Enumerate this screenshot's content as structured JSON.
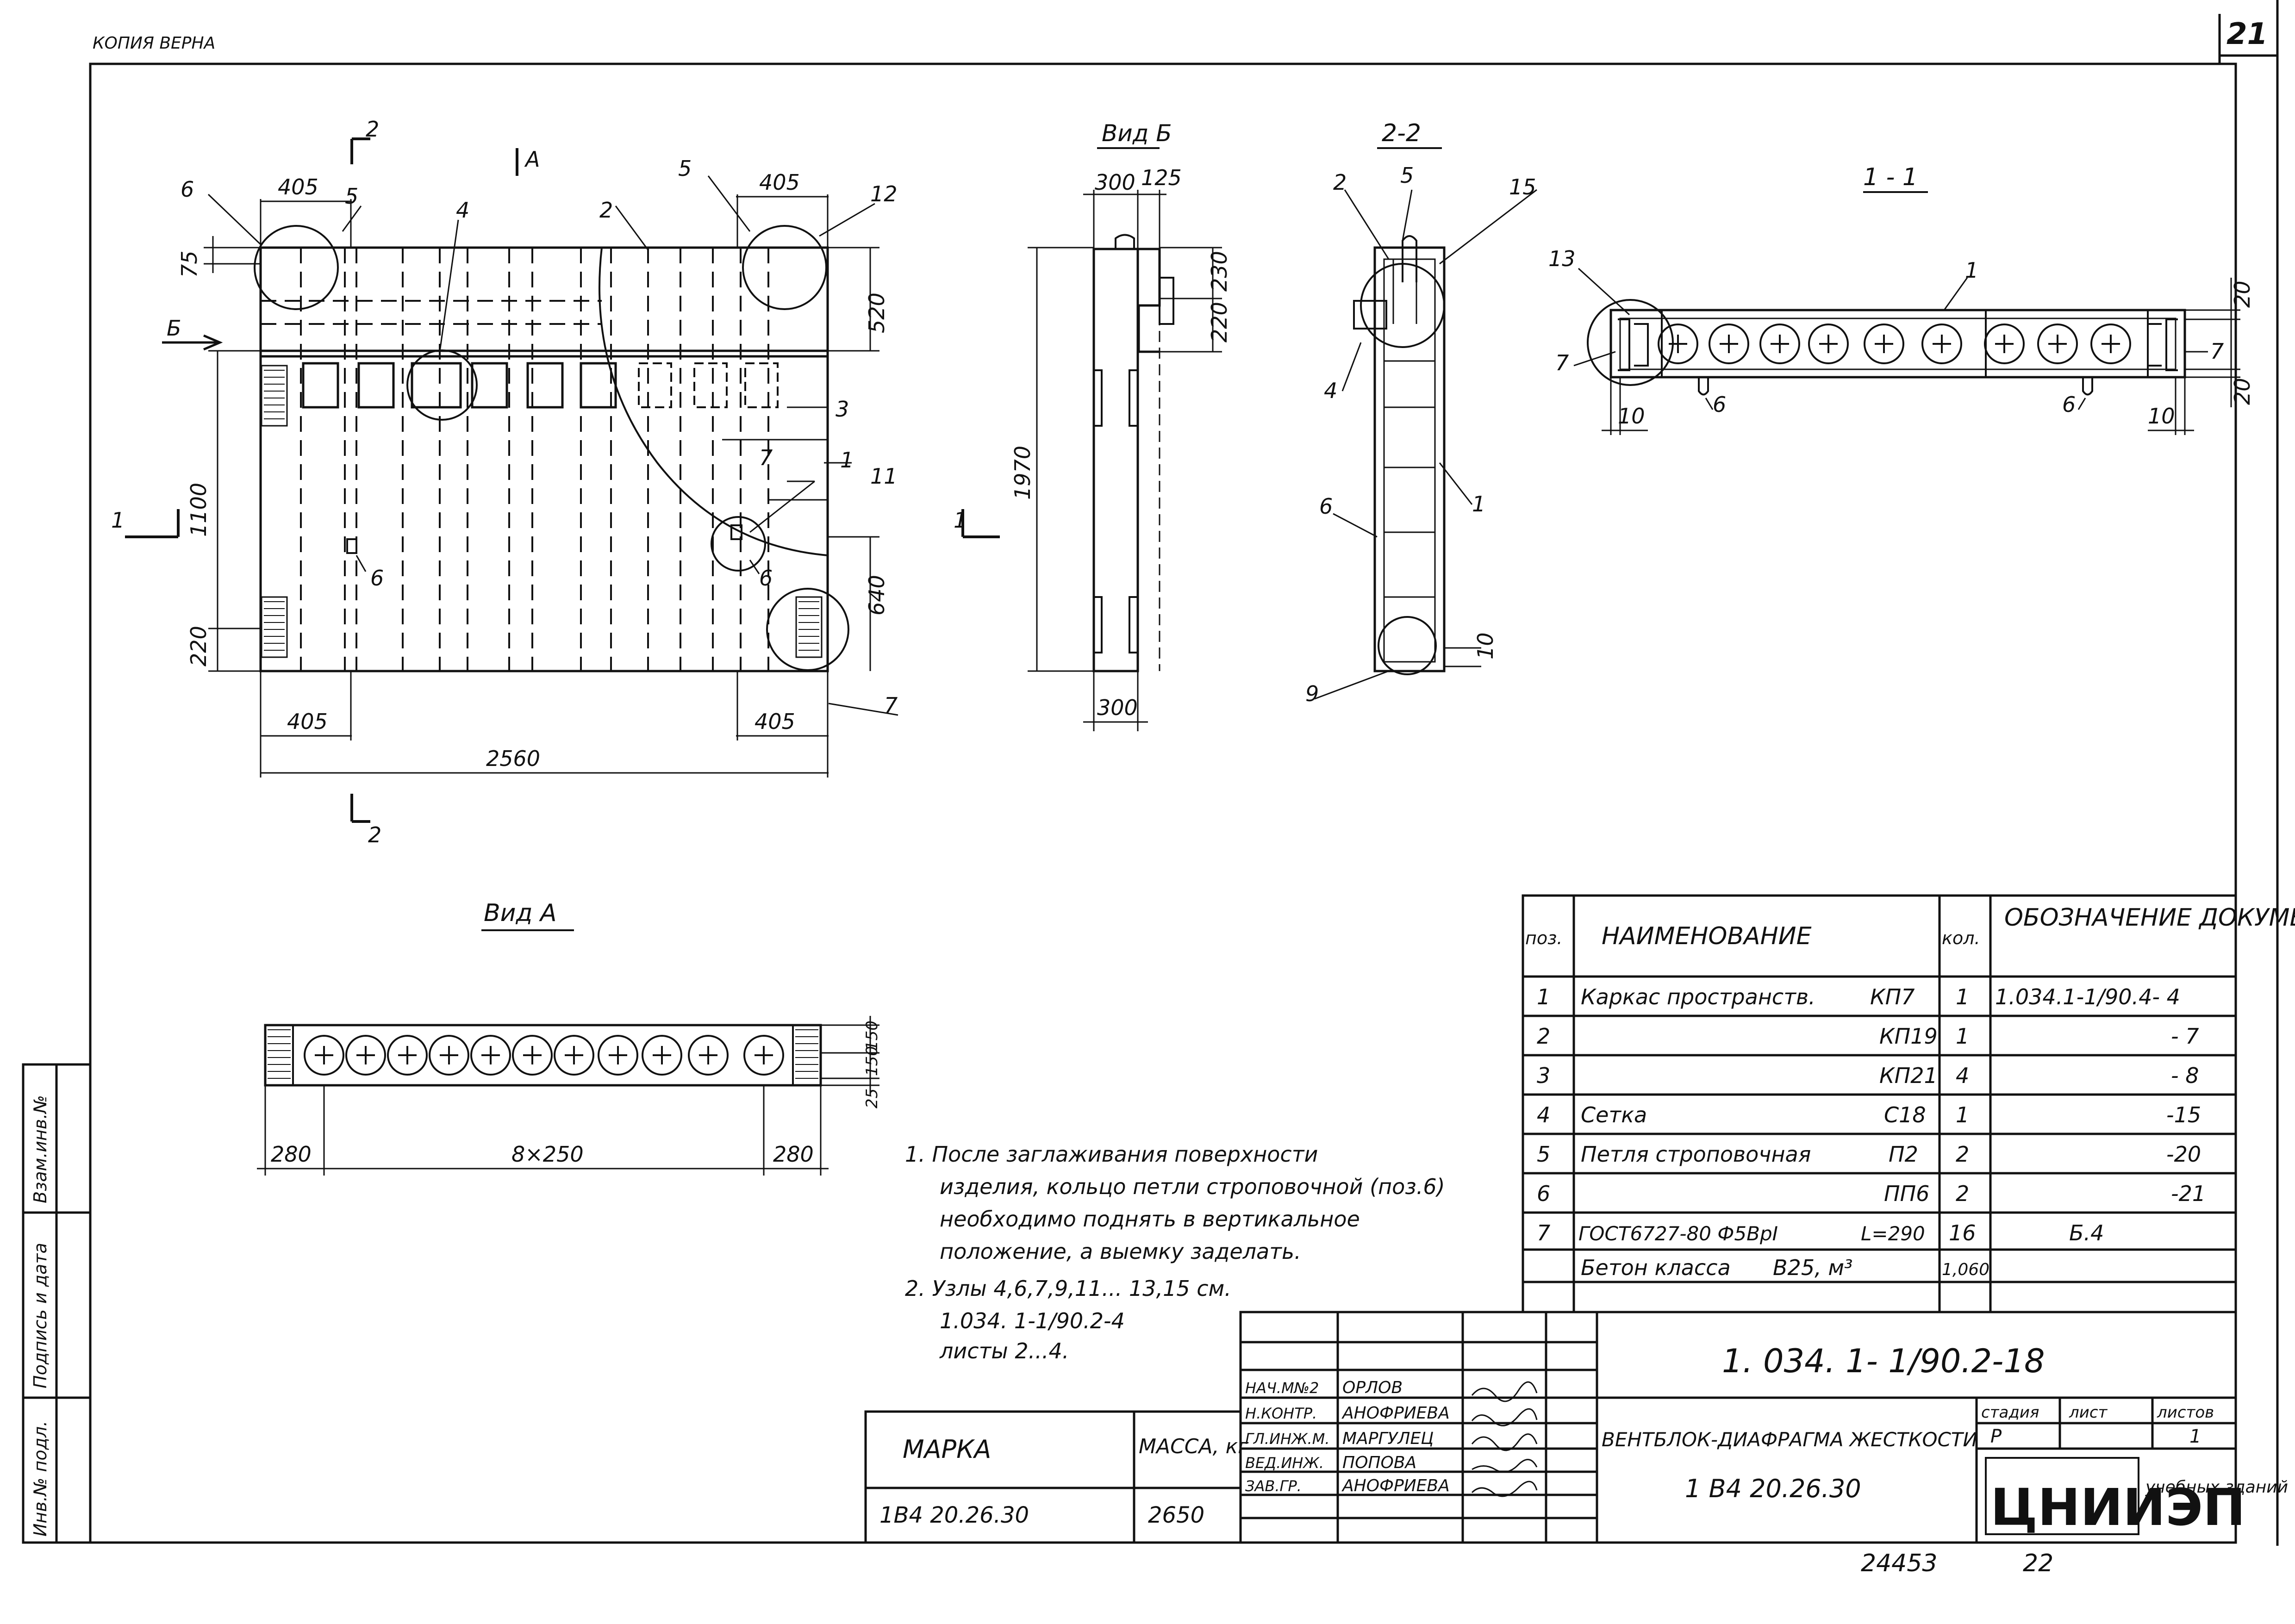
{
  "header": {
    "copy_note": "КОПИЯ ВЕРНА",
    "sheet_no": "21"
  },
  "views": {
    "front_section_mark_2": "2",
    "front_arrow_a": "А",
    "front_arrow_b": "Б",
    "front_section_1": "1",
    "view_b_title": "Вид Б",
    "section_22_title": "2-2",
    "section_11_title": "1 - 1",
    "view_a_title": "Вид А"
  },
  "dims": {
    "d405_tl": "405",
    "d405_tr": "405",
    "d405_bl": "405",
    "d405_br": "405",
    "d2560": "2560",
    "d75": "75",
    "d520": "520",
    "d1100": "1100",
    "d220": "220",
    "d640": "640",
    "vb_300": "300",
    "vb_125": "125",
    "vb_230": "230",
    "vb_220": "220",
    "vb_1970": "1970",
    "vb_300b": "300",
    "s22_10": "10",
    "s11_20a": "20",
    "s11_20b": "20",
    "s11_10a": "10",
    "s11_10b": "10",
    "va_280a": "280",
    "va_8x250": "8×250",
    "va_280b": "280",
    "va_150a": "150",
    "va_150b": "150",
    "va_25": "25"
  },
  "callouts": {
    "f6": "6",
    "f5a": "5",
    "f4": "4",
    "f2": "2",
    "f5b": "5",
    "f12": "12",
    "f3": "3",
    "f7a": "7",
    "f1": "1",
    "f11": "11",
    "f6b": "6",
    "f6c": "6",
    "f7b": "7",
    "s2": "2",
    "s5": "5",
    "s15": "15",
    "s4": "4",
    "s6": "6",
    "s1": "1",
    "s9": "9",
    "c13": "13",
    "c1": "1",
    "c7a": "7",
    "c7b": "7",
    "c6a": "6",
    "c6b": "6"
  },
  "notes": [
    "1. После заглаживания поверхности",
    "изделия, кольцо петли строповочной (поз.6)",
    "необходимо поднять в вертикальное",
    "положение, а выемку заделать.",
    "2. Узлы 4,6,7,9,11... 13,15 см.",
    "1.034. 1-1/90.2-4",
    "листы 2...4."
  ],
  "spec_table": {
    "headers": {
      "pos": "поз.",
      "name": "НАИМЕНОВАНИЕ",
      "qty": "кол.",
      "doc": "ОБОЗНАЧЕНИЕ ДОКУМЕНТА"
    },
    "rows": [
      {
        "pos": "1",
        "name": "Каркас пространств.",
        "mark": "КП7",
        "qty": "1",
        "doc": "1.034.1-1/90.4- 4"
      },
      {
        "pos": "2",
        "name": "",
        "mark": "КП19",
        "qty": "1",
        "doc": "- 7"
      },
      {
        "pos": "3",
        "name": "",
        "mark": "КП21",
        "qty": "4",
        "doc": "- 8"
      },
      {
        "pos": "4",
        "name": "Сетка",
        "mark": "С18",
        "qty": "1",
        "doc": "-15"
      },
      {
        "pos": "5",
        "name": "Петля строповочная",
        "mark": "П2",
        "qty": "2",
        "doc": "-20"
      },
      {
        "pos": "6",
        "name": "",
        "mark": "ПП6",
        "qty": "2",
        "doc": "-21"
      },
      {
        "pos": "7",
        "name": "ГОСТ6727-80 Ф5ВрI",
        "mark": "L=290",
        "qty": "16",
        "doc": "Б.4"
      },
      {
        "pos": "",
        "name": "Бетон класса",
        "mark": "В25, м³",
        "qty": "1,060",
        "doc": ""
      }
    ]
  },
  "mark_table": {
    "mark_label": "МАРКА",
    "mass_label": "МАССА, кг",
    "mark_value": "1В4 20.26.30",
    "mass_value": "2650"
  },
  "title_block": {
    "designation": "1. 034. 1- 1/90.2-18",
    "product": "ВЕНТБЛОК-ДИАФРАГМА ЖЕСТКОСТИ",
    "product_mark": "1 В4 20.26.30",
    "stage_label": "стадия",
    "sheet_label": "лист",
    "sheets_label": "листов",
    "stage": "Р",
    "sheets": "1",
    "org": "ЦНИИЭП",
    "org_sub": "учебных зданий",
    "staff": [
      {
        "role": "НАЧ.М№2",
        "name": "ОРЛОВ"
      },
      {
        "role": "Н.КОНТР.",
        "name": "АНОФРИЕВА"
      },
      {
        "role": "ГЛ.ИНЖ.М.",
        "name": "МАРГУЛЕЦ"
      },
      {
        "role": "ВЕД.ИНЖ.",
        "name": "ПОПОВА"
      },
      {
        "role": "ЗАВ.ГР.",
        "name": "АНОФРИЕВА"
      }
    ]
  },
  "side_stamp": [
    "Инв.№ подл.",
    "Подпись и дата",
    "Взам.инв.№"
  ],
  "footer": {
    "inventory": "24453",
    "page": "22"
  }
}
